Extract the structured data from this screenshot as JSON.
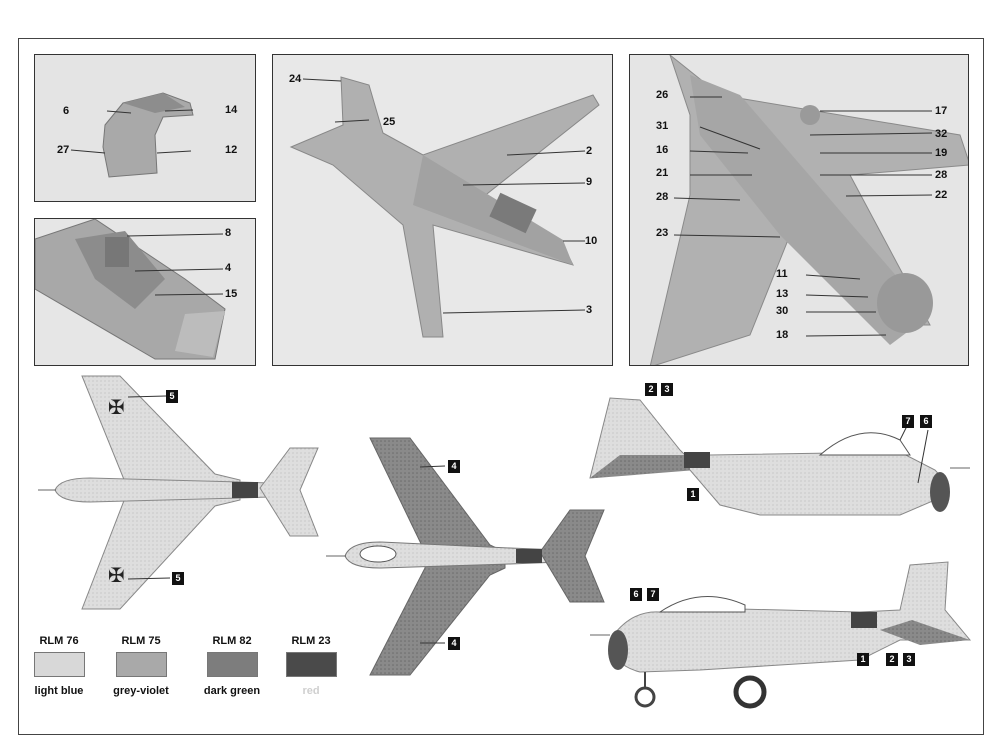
{
  "photo_callouts": {
    "p1": [
      "6",
      "14",
      "27",
      "12"
    ],
    "p2": [
      "8",
      "4",
      "15"
    ],
    "p3": [
      "24",
      "25",
      "2",
      "9",
      "10",
      "3"
    ],
    "p4": [
      "26",
      "17",
      "31",
      "32",
      "16",
      "19",
      "21",
      "28",
      "28",
      "22",
      "23",
      "11",
      "13",
      "30",
      "18"
    ]
  },
  "marking_labels": {
    "top_view": [
      "5",
      "5"
    ],
    "bottom_view": [
      "4",
      "4"
    ],
    "side_right": [
      "2",
      "3",
      "1",
      "7",
      "6"
    ],
    "side_left": [
      "6",
      "7",
      "1",
      "2",
      "3"
    ]
  },
  "legend": [
    {
      "code": "RLM 76",
      "name": "light blue",
      "color": "#d8d8d8"
    },
    {
      "code": "RLM 75",
      "name": "grey-violet",
      "color": "#a9a9a9"
    },
    {
      "code": "RLM 82",
      "name": "dark green",
      "color": "#7d7d7d"
    },
    {
      "code": "RLM 23",
      "name": "red",
      "color": "#4a4a4a"
    }
  ]
}
